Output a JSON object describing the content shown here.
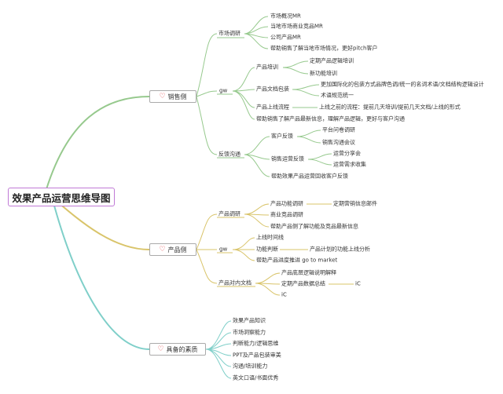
{
  "root": {
    "label": "效果产品运营思维导图"
  },
  "icon": "heart-icon",
  "colors": {
    "sales": "#96c98d",
    "product": "#d9c46a",
    "quality": "#7fcfc9",
    "root_border": "#c07ad6",
    "heart": "#e0353a"
  },
  "branches": {
    "sales": {
      "label": "销售侧",
      "market": {
        "label": "市场调研",
        "items": [
          "市场概况MR",
          "当地市场商业竞品MR",
          "公司产品MR",
          "帮助销售了解当地市场情况，更好pitch客户"
        ]
      },
      "gw": {
        "label": "gw",
        "training": {
          "label": "产品培训",
          "items": [
            "定期产品逻辑培训",
            "新功能培训"
          ]
        },
        "packaging": {
          "label": "产品文档包装",
          "items": [
            "更加国际化的包装方式品牌色调/统一的名词术语/文档结构逻辑设计",
            "术语规范统一"
          ]
        },
        "launch": {
          "label": "产品上线流程",
          "detail": "上线之前的流程：提前几天培训/提前几天文档/上线的形式"
        },
        "help": "帮助销售了解产品最新信息，理解产品逻辑，更好与客户沟通"
      },
      "feedback": {
        "label": "反馈沟通",
        "client": {
          "label": "客户反馈",
          "items": [
            "平台问卷调研",
            "销售沟通会议"
          ]
        },
        "sales_fb": {
          "label": "销售运营反馈",
          "items": [
            "运营分享会",
            "运营需求收集"
          ]
        },
        "help": "帮助效果产品运营回收客户反馈"
      }
    },
    "product": {
      "label": "产品侧",
      "research": {
        "label": "产品调研",
        "func": {
          "label": "产品功能调研",
          "detail": "定期营销信息邮件"
        },
        "competitor": "商业竞品调研",
        "help": "帮助产品侧了解功能及竞品最新信息"
      },
      "gw": {
        "label": "gw",
        "items": [
          "上线时间线"
        ],
        "func": {
          "label": "功能判断",
          "detail": "产品计划的功能上线分析"
        },
        "help": "帮助产品进度推进 go to market"
      },
      "docs": {
        "label": "产品对内文档",
        "items": [
          "产品底层逻辑说明解释"
        ],
        "data": {
          "label": "定期产品数据总结",
          "detail": "iC"
        },
        "ic": "iC"
      }
    },
    "quality": {
      "label": "具备的素质",
      "items": [
        "效果产品知识",
        "市场洞察能力",
        "判断能力/逻辑思维",
        "PPT及产品包装审美",
        "沟通/培训能力",
        "英文口语/书面优秀"
      ]
    }
  }
}
